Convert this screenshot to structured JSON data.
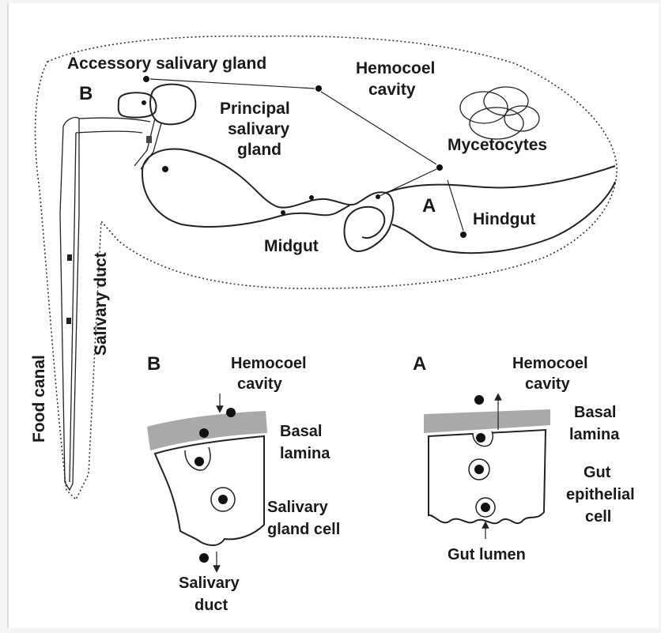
{
  "overview": {
    "panel_b_letter": "B",
    "panel_a_letter": "A",
    "labels": {
      "accessory_salivary_gland": "Accessory salivary gland",
      "hemocoel_cavity_1": "Hemocoel",
      "hemocoel_cavity_2": "cavity",
      "principal_salivary_gland_1": "Principal",
      "principal_salivary_gland_2": "salivary",
      "principal_salivary_gland_3": "gland",
      "mycetocytes": "Mycetocytes",
      "hindgut": "Hindgut",
      "midgut": "Midgut",
      "food_canal": "Food canal",
      "salivary_duct": "Salivary duct"
    }
  },
  "detail_b": {
    "letter": "B",
    "hemocoel_1": "Hemocoel",
    "hemocoel_2": "cavity",
    "basal_1": "Basal",
    "basal_2": "lamina",
    "cell_1": "Salivary",
    "cell_2": "gland cell",
    "duct_1": "Salivary",
    "duct_2": "duct"
  },
  "detail_a": {
    "letter": "A",
    "hemocoel_1": "Hemocoel",
    "hemocoel_2": "cavity",
    "basal_1": "Basal",
    "basal_2": "lamina",
    "cell_1": "Gut",
    "cell_2": "epithelial",
    "cell_3": "cell",
    "lumen": "Gut lumen"
  },
  "colors": {
    "basal_lamina": "#a9a9a9",
    "ink": "#1a1a1a"
  }
}
